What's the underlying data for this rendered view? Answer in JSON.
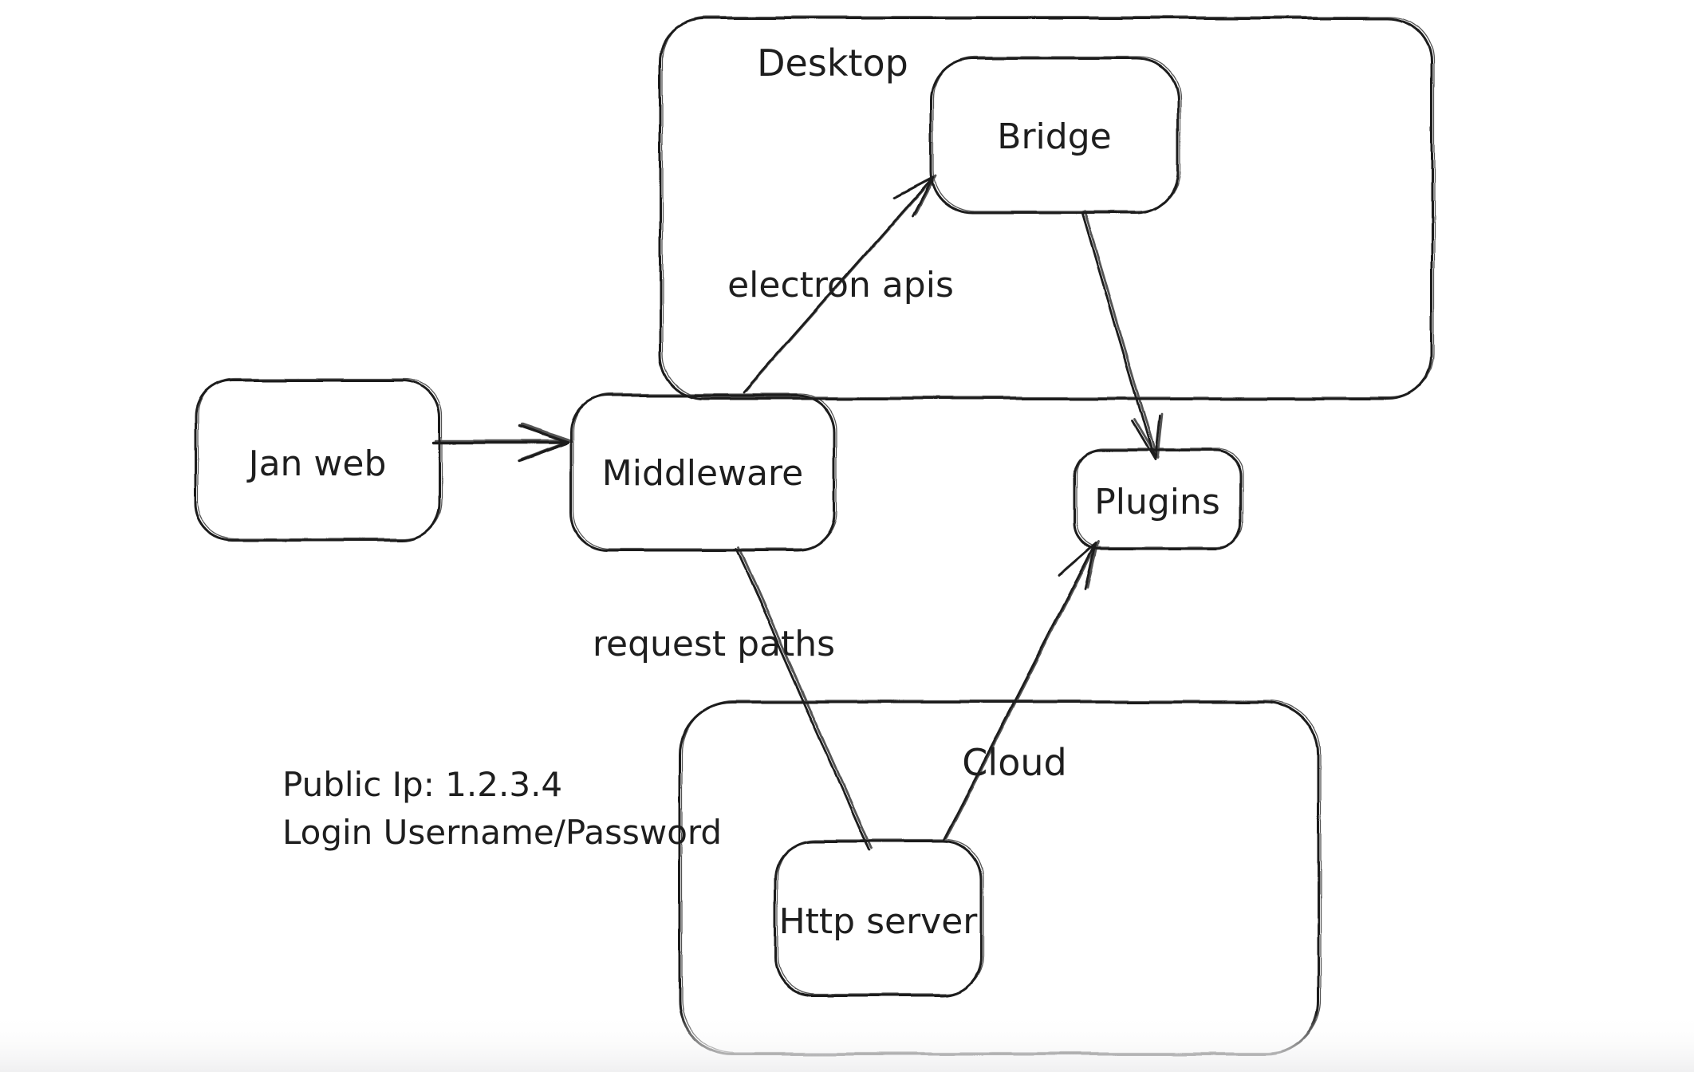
{
  "canvas": {
    "background": "#ffffff",
    "stroke_color": "#1e1e1e",
    "text_color": "#1e1e1e",
    "bottom_fade_color": "#f0f0f1"
  },
  "containers": {
    "desktop": {
      "label": "Desktop"
    },
    "cloud": {
      "label": "Cloud"
    }
  },
  "nodes": {
    "jan_web": {
      "label": "Jan web"
    },
    "middleware": {
      "label": "Middleware"
    },
    "bridge": {
      "label": "Bridge"
    },
    "plugins": {
      "label": "Plugins"
    },
    "http_server": {
      "label": "Http server"
    }
  },
  "edges": [
    {
      "from": "jan_web",
      "to": "middleware",
      "label": ""
    },
    {
      "from": "middleware",
      "to": "bridge",
      "label": "electron apis"
    },
    {
      "from": "bridge",
      "to": "plugins",
      "label": ""
    },
    {
      "from": "middleware",
      "to": "http_server",
      "label": "request paths"
    },
    {
      "from": "http_server",
      "to": "plugins",
      "label": ""
    }
  ],
  "annotations": {
    "public_ip": "Public Ip: 1.2.3.4",
    "login": "Login Username/Password"
  }
}
